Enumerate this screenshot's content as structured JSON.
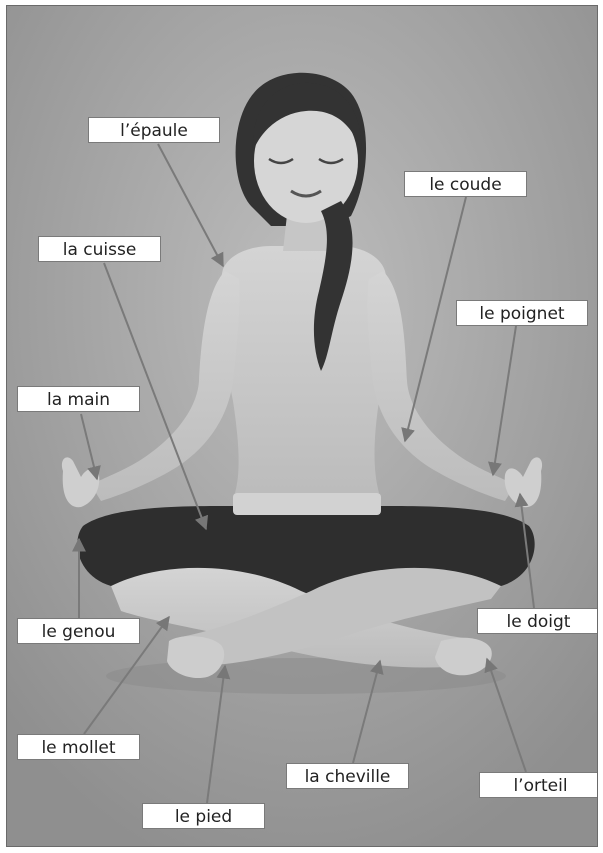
{
  "colors": {
    "background": "#9c9c9c",
    "skin": "#c9c9c9",
    "hair": "#3a3a3a",
    "shorts": "#2e2e2e",
    "leader": "#7a7a7a"
  },
  "labels": {
    "shoulder": "l’épaule",
    "elbow": "le coude",
    "thigh": "la cuisse",
    "wrist": "le poignet",
    "hand": "la main",
    "knee": "le genou",
    "finger": "le doigt",
    "calf": "le mollet",
    "ankle": "la cheville",
    "toe": "l’orteil",
    "foot": "le pied"
  }
}
